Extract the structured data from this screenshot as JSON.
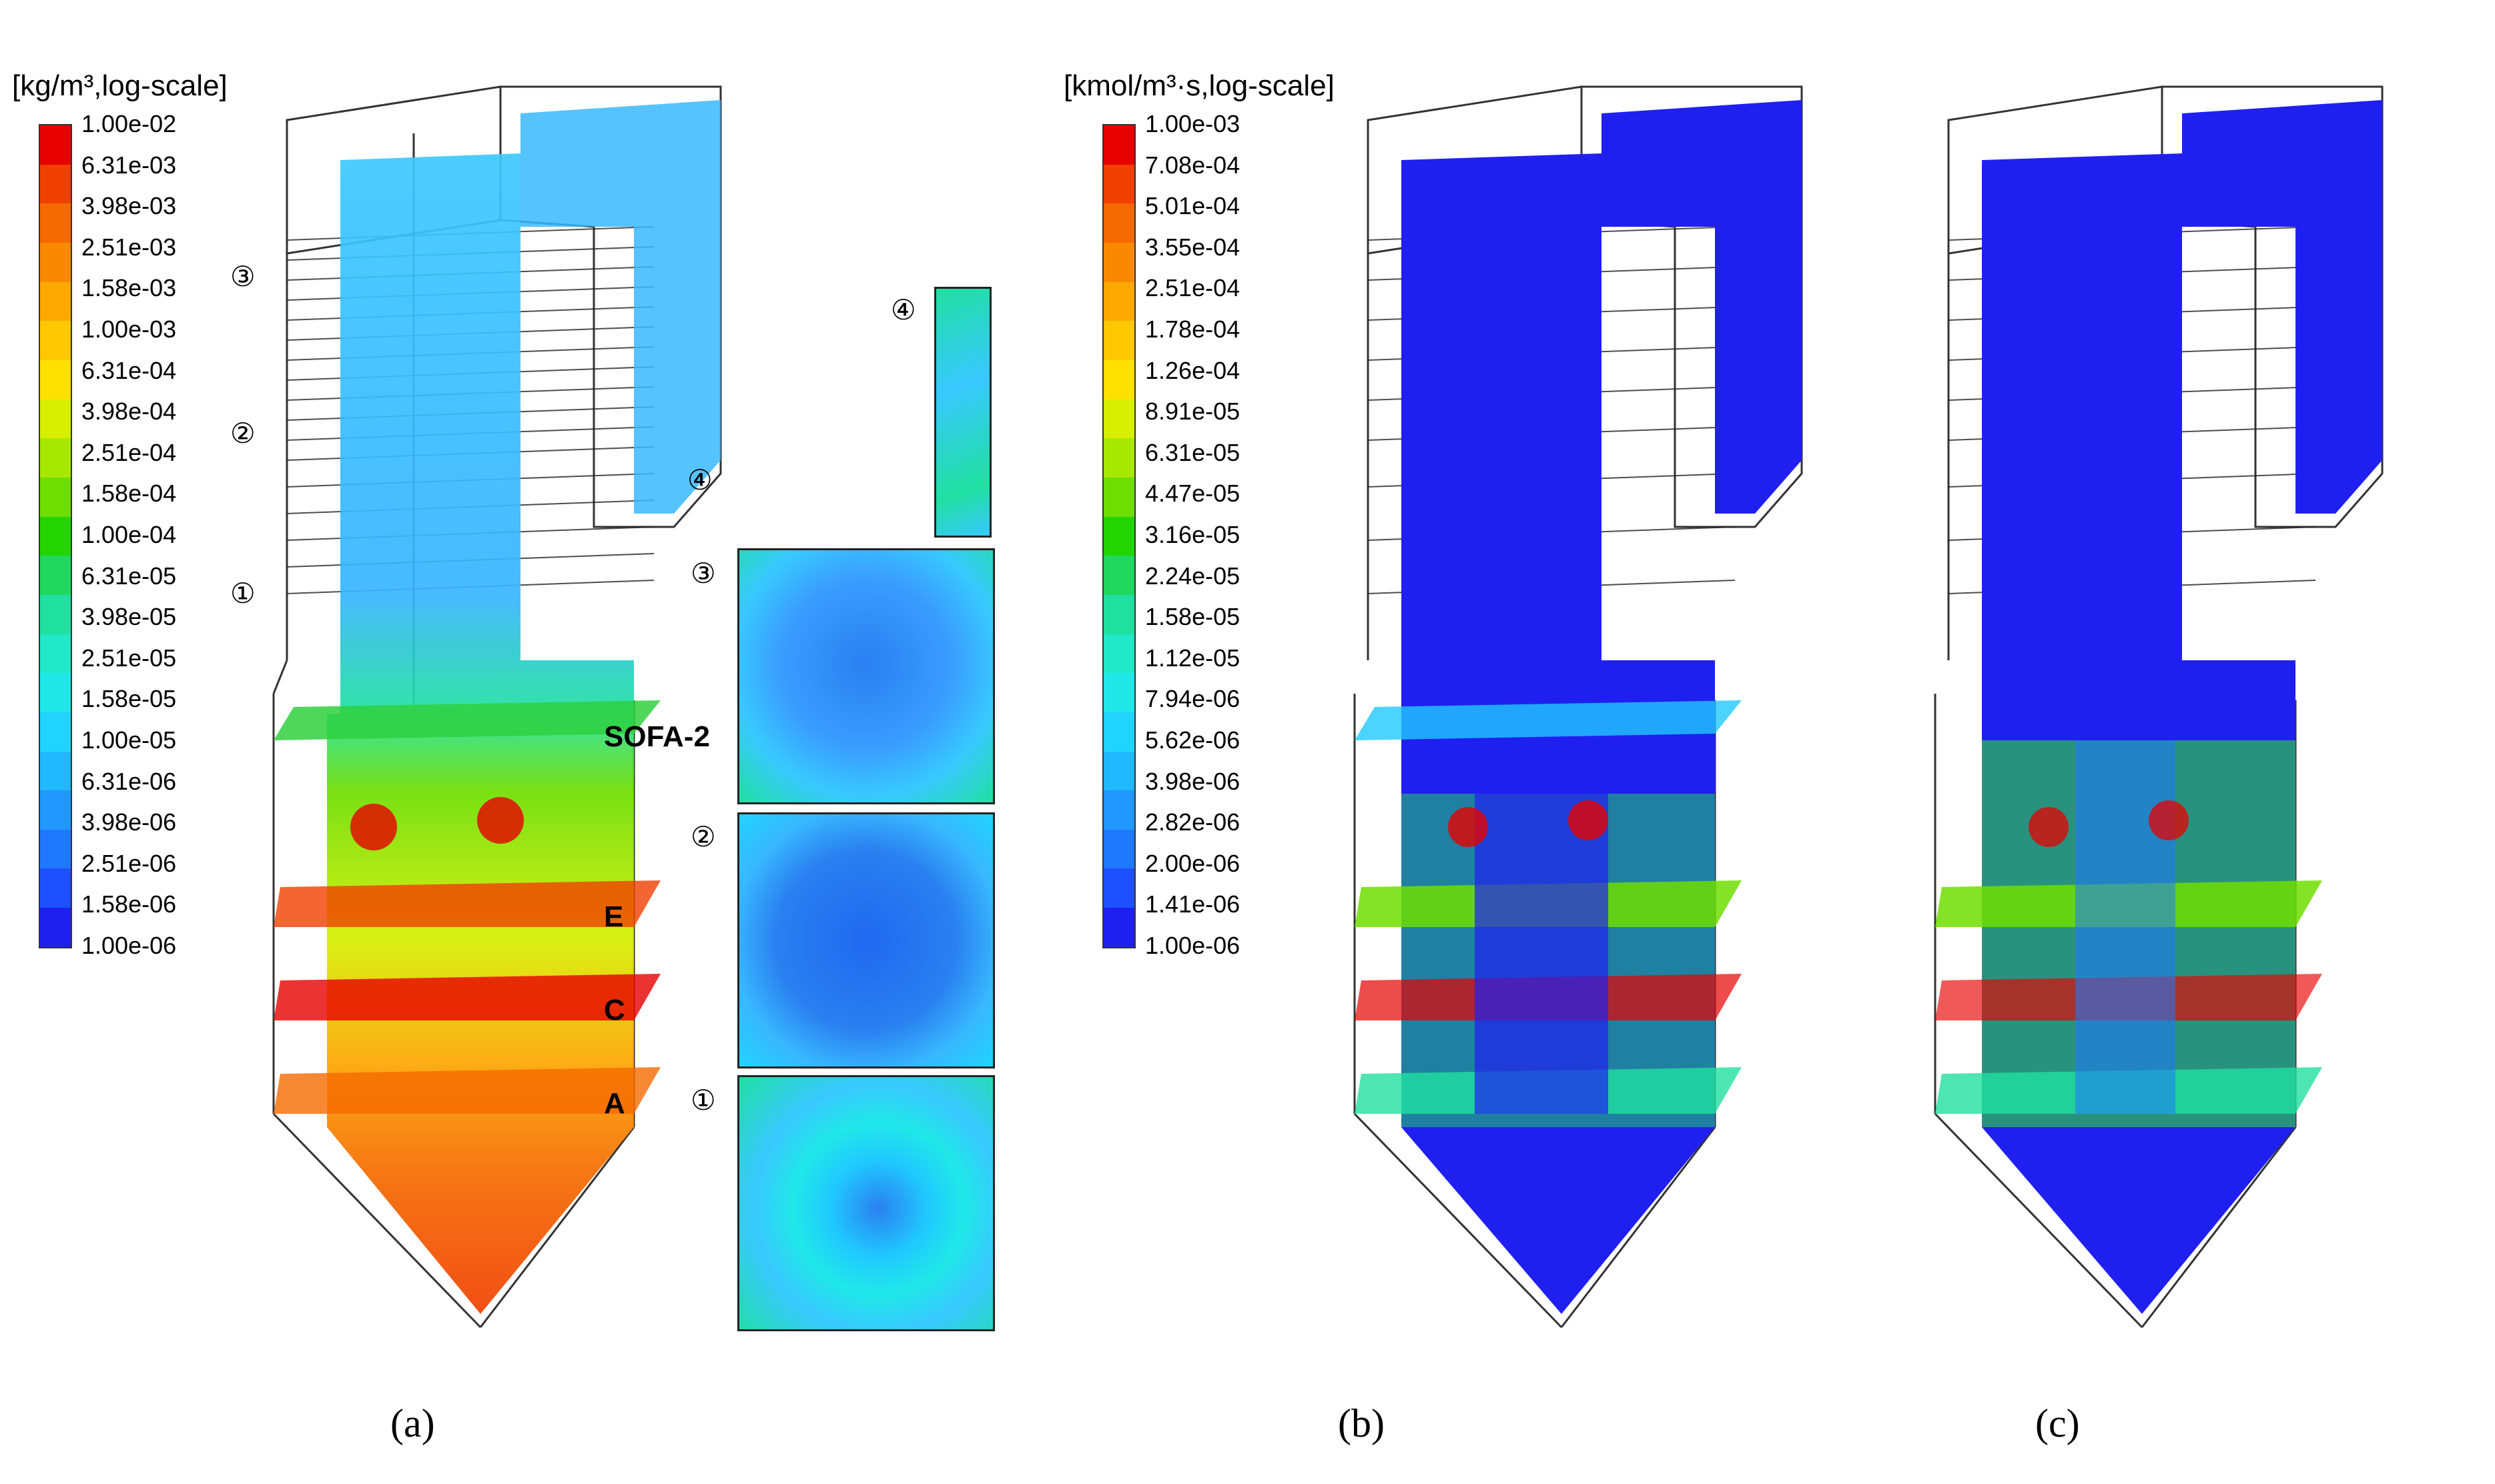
{
  "figure": {
    "panel_a": {
      "legend_title": "[kg/m³,log-scale]",
      "legend_ticks": [
        "1.00e-02",
        "6.31e-03",
        "3.98e-03",
        "2.51e-03",
        "1.58e-03",
        "1.00e-03",
        "6.31e-04",
        "3.98e-04",
        "2.51e-04",
        "1.58e-04",
        "1.00e-04",
        "6.31e-05",
        "3.98e-05",
        "2.51e-05",
        "1.58e-05",
        "1.00e-05",
        "6.31e-06",
        "3.98e-06",
        "2.51e-06",
        "1.58e-06",
        "1.00e-06"
      ],
      "level_labels": {
        "l1": "①",
        "l2": "②",
        "l3": "③",
        "l4": "④"
      },
      "burner_labels": {
        "sofa2": "SOFA-2",
        "e": "E",
        "c": "C",
        "a": "A"
      },
      "slice_labels": {
        "s4": "④",
        "s3": "③",
        "s2": "②",
        "s1": "①"
      },
      "caption": "(a)"
    },
    "panel_b": {
      "legend_title": "[kmol/m³·s,log-scale]",
      "legend_ticks": [
        "1.00e-03",
        "7.08e-04",
        "5.01e-04",
        "3.55e-04",
        "2.51e-04",
        "1.78e-04",
        "1.26e-04",
        "8.91e-05",
        "6.31e-05",
        "4.47e-05",
        "3.16e-05",
        "2.24e-05",
        "1.58e-05",
        "1.12e-05",
        "7.94e-06",
        "5.62e-06",
        "3.98e-06",
        "2.82e-06",
        "2.00e-06",
        "1.41e-06",
        "1.00e-06"
      ],
      "caption": "(b)"
    },
    "panel_c": {
      "caption": "(c)"
    },
    "colors": {
      "scale": [
        "#e60000",
        "#f04000",
        "#f56a00",
        "#f98a00",
        "#fca800",
        "#ffc800",
        "#ffe000",
        "#d8ee00",
        "#a8e800",
        "#6ede00",
        "#24d400",
        "#20d860",
        "#20e0a0",
        "#20e8c8",
        "#20e8e8",
        "#20d4ff",
        "#20b8ff",
        "#2098ff",
        "#1f78ff",
        "#1f50ff",
        "#1f20f0"
      ]
    }
  }
}
